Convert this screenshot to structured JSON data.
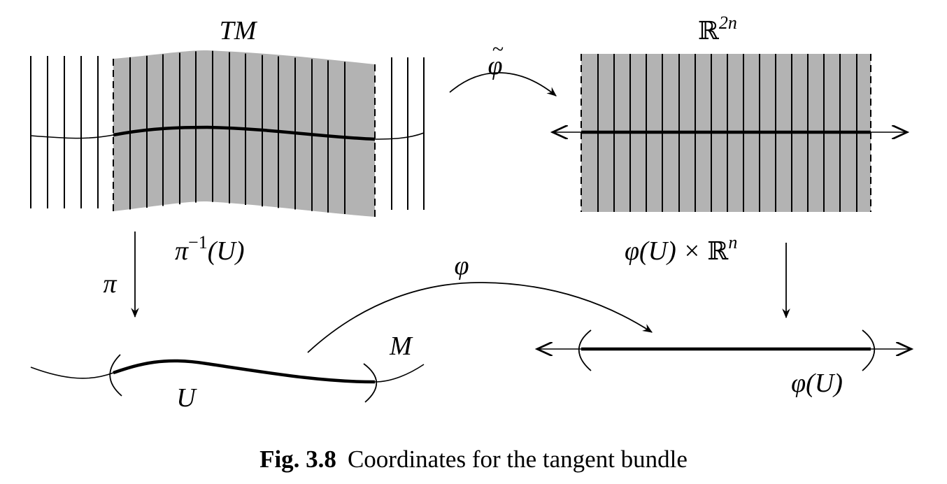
{
  "labels": {
    "tm": "TM",
    "r2n_base": "ℝ",
    "r2n_exp": "2n",
    "phi_tilde": "φ",
    "phi_tilde_accent": "~",
    "pi_inverse_base": "π",
    "pi_inverse_exp": "−1",
    "pi_inverse_arg": "(U)",
    "phi_u_times_rn_left": "φ(U) × ",
    "phi_u_times_rn_bb": "ℝ",
    "phi_u_times_rn_exp": "n",
    "pi": "π",
    "phi": "φ",
    "m": "M",
    "u": "U",
    "phi_u": "φ(U)"
  },
  "caption": {
    "number": "Fig. 3.8",
    "text": "Coordinates for the tangent bundle"
  },
  "colors": {
    "shaded_region": "#b3b3b3",
    "ink": "#000000"
  }
}
